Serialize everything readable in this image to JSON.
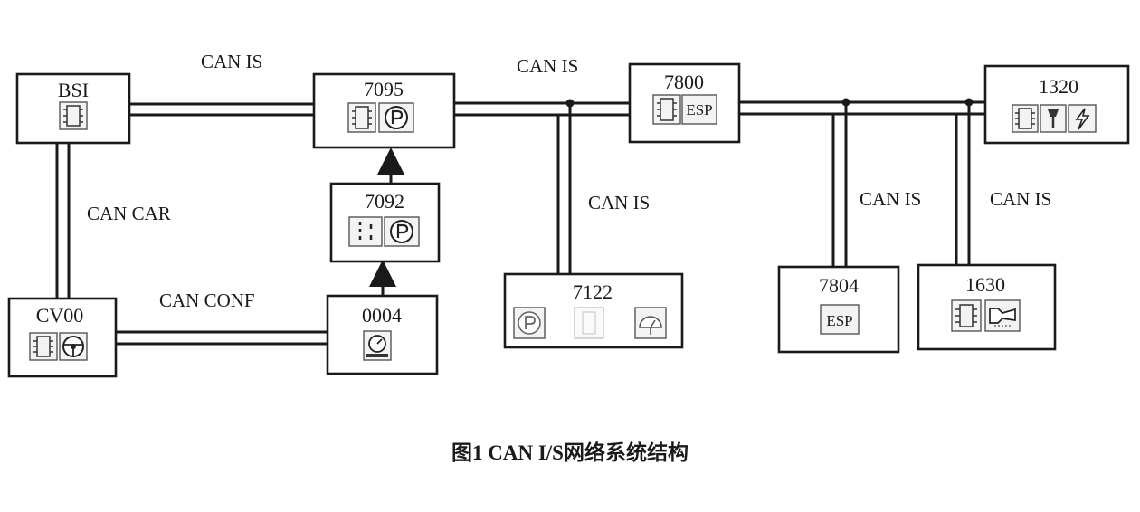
{
  "nodes": {
    "bsi": {
      "label": "BSI",
      "icons": [
        "ecu-chip-icon"
      ]
    },
    "n7095": {
      "label": "7095",
      "icons": [
        "ecu-chip-icon",
        "parking-p-icon"
      ]
    },
    "n7800": {
      "label": "7800",
      "icons": [
        "ecu-chip-icon"
      ],
      "tag": "ESP"
    },
    "n1320": {
      "label": "1320",
      "icons": [
        "ecu-chip-icon",
        "injector-icon",
        "ignition-bolt-icon"
      ]
    },
    "n7092": {
      "label": "7092",
      "icons": [
        "switch-icon",
        "parking-p-icon"
      ]
    },
    "cv00": {
      "label": "CV00",
      "icons": [
        "ecu-chip-icon",
        "steering-wheel-icon"
      ]
    },
    "n0004": {
      "label": "0004",
      "icons": [
        "instrument-cluster-icon"
      ]
    },
    "n7122": {
      "label": "7122",
      "icons": [
        "parking-p-icon",
        "ecu-chip-icon",
        "gauge-icon"
      ]
    },
    "n7804": {
      "label": "7804",
      "tag": "ESP"
    },
    "n1630": {
      "label": "1630",
      "icons": [
        "ecu-chip-icon",
        "gearbox-icon"
      ]
    }
  },
  "bus_labels": {
    "bsi_7095": "CAN IS",
    "n7095_7800": "CAN IS",
    "drop_7122": "CAN IS",
    "drop_7804": "CAN IS",
    "drop_1630": "CAN IS",
    "bsi_cv00": "CAN CAR",
    "cv00_0004": "CAN CONF"
  },
  "caption": "图1 CAN I/S网络系统结构"
}
